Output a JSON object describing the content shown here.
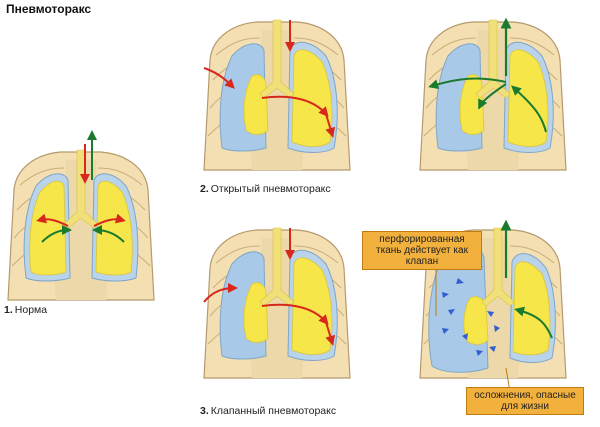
{
  "title": "Пневмоторакс",
  "panels": {
    "normal": {
      "number": "1.",
      "label": "Норма"
    },
    "open": {
      "number": "2.",
      "label": "Открытый пневмоторакс"
    },
    "valve": {
      "number": "3.",
      "label": "Клапанный пневмоторакс"
    }
  },
  "notes": {
    "valve_tissue": "перфорированная ткань действует как клапан",
    "complications": "осложнения, опасные для жизни"
  },
  "colors": {
    "rib_fill": "#f4dfb2",
    "rib_stroke": "#b59a6c",
    "pleura": "#b8d3ea",
    "pleura_collapsed": "#a9c9e8",
    "lung": "#f6e64a",
    "mediastinum": "#f1e07a",
    "inflow_arrow": "#d8281e",
    "outflow_arrow": "#1a7a2e",
    "valve_arrow": "#2f5fd0",
    "note_fill": "#f2b03c"
  }
}
